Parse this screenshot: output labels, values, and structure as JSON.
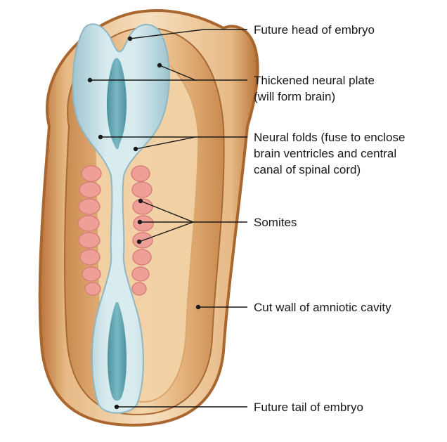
{
  "labels": {
    "head": [
      "Future head of embryo"
    ],
    "neural_plate": [
      "Thickened neural plate",
      "(will form brain)"
    ],
    "neural_folds": [
      "Neural folds (fuse to enclose",
      "brain ventricles and central",
      "canal of spinal cord)"
    ],
    "somites": [
      "Somites"
    ],
    "amniotic_wall": [
      "Cut wall of amniotic cavity"
    ],
    "tail": [
      "Future tail of embryo"
    ]
  },
  "colors": {
    "outer_wall": "#c8874a",
    "wall_band": "#e9bd8a",
    "embryo_body": "#d39a5c",
    "inner_body": "#f1cf9f",
    "neural_light": "#cfe4ea",
    "neural_mid": "#a9ccd6",
    "neural_groove": "#4e9aa8",
    "somite": "#ee9f98",
    "leader_line": "#1a1a1a"
  }
}
